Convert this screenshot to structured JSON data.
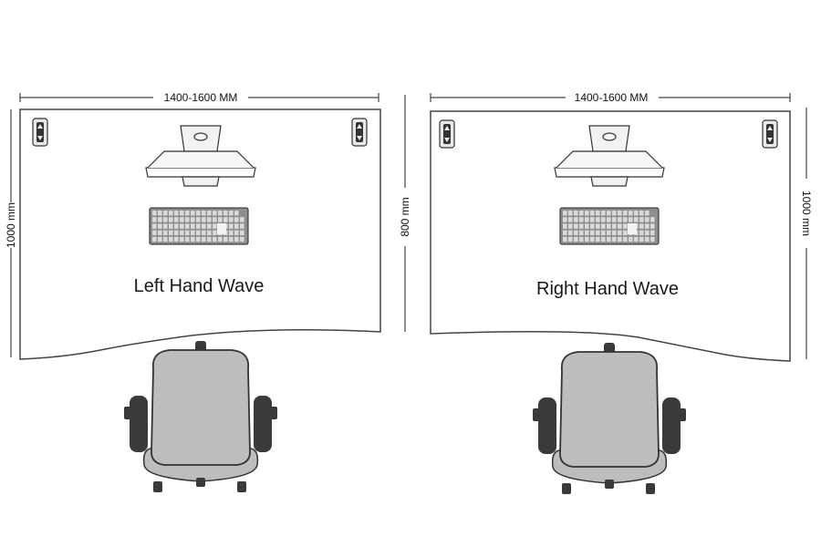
{
  "layouts": [
    {
      "name": "Left Hand Wave",
      "width_label": "1400-1600 MM",
      "side_dims": [
        {
          "side": "left",
          "label": "1000 mm"
        },
        {
          "side": "right",
          "label": "800 mm"
        }
      ]
    },
    {
      "name": "Right Hand Wave",
      "width_label": "1400-1600 MM",
      "side_dims": [
        {
          "side": "right",
          "label": "1000 mm"
        }
      ]
    }
  ],
  "colors": {
    "chair_fill": "#bdbdbd",
    "chair_dark": "#3a3a3a",
    "desk_line": "#444444",
    "keyboard_key": "#dadada"
  }
}
